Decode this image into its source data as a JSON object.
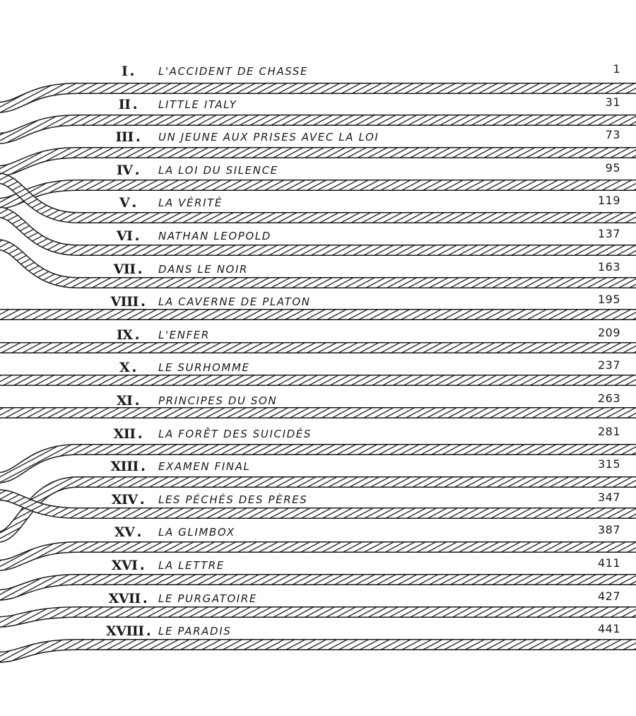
{
  "toc": {
    "chapters": [
      {
        "numeral": "I",
        "title": "L'ACCIDENT DE CHASSE",
        "page": "1"
      },
      {
        "numeral": "II",
        "title": "LITTLE ITALY",
        "page": "31"
      },
      {
        "numeral": "III",
        "title": "UN JEUNE AUX PRISES AVEC LA LOI",
        "page": "73"
      },
      {
        "numeral": "IV",
        "title": "LA LOI DU SILENCE",
        "page": "95"
      },
      {
        "numeral": "V",
        "title": "LA VÉRITÉ",
        "page": "119"
      },
      {
        "numeral": "VI",
        "title": "NATHAN LEOPOLD",
        "page": "137"
      },
      {
        "numeral": "VII",
        "title": "DANS LE NOIR",
        "page": "163"
      },
      {
        "numeral": "VIII",
        "title": "LA CAVERNE DE PLATON",
        "page": "195"
      },
      {
        "numeral": "IX",
        "title": "L'ENFER",
        "page": "209"
      },
      {
        "numeral": "X",
        "title": "LE SURHOMME",
        "page": "237"
      },
      {
        "numeral": "XI",
        "title": "PRINCIPES DU SON",
        "page": "263"
      },
      {
        "numeral": "XII",
        "title": "LA FORÊT DES SUICIDÉS",
        "page": "281"
      },
      {
        "numeral": "XIII",
        "title": "EXAMEN FINAL",
        "page": "315"
      },
      {
        "numeral": "XIV",
        "title": "LES PÉCHÉS DES PÈRES",
        "page": "347"
      },
      {
        "numeral": "XV",
        "title": "LA GLIMBOX",
        "page": "387"
      },
      {
        "numeral": "XVI",
        "title": "LA LETTRE",
        "page": "411"
      },
      {
        "numeral": "XVII",
        "title": "LE PURGATOIRE",
        "page": "427"
      },
      {
        "numeral": "XVIII",
        "title": "LE PARADIS",
        "page": "441"
      }
    ]
  },
  "style": {
    "ink_color": "#1a1a1a",
    "paper_color": "#ffffff"
  }
}
